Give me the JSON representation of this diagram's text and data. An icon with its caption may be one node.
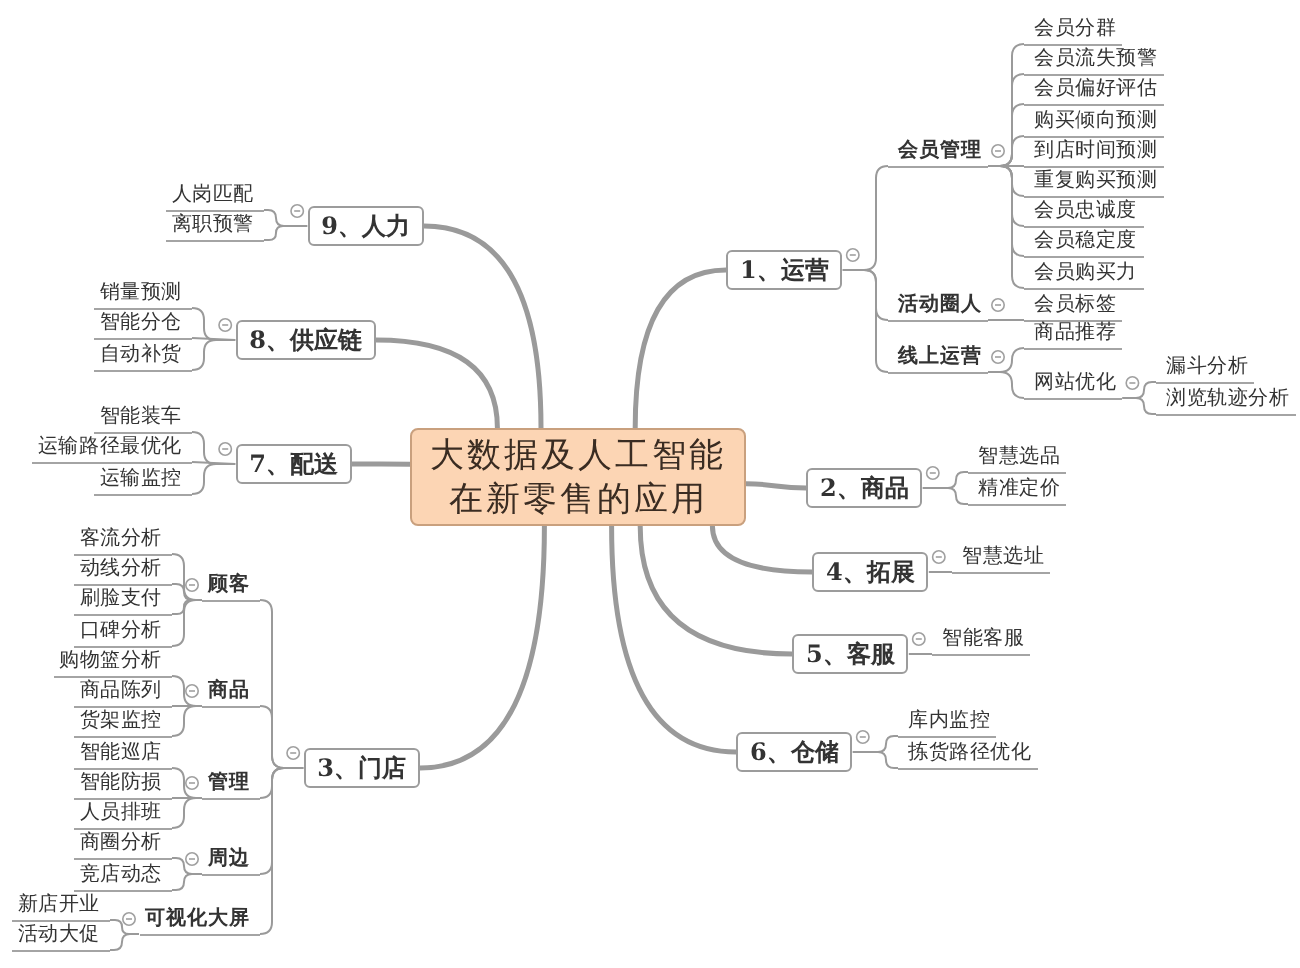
{
  "diagram": {
    "nodes": [
      {
        "text": [
          "大数据及人工智能在新零售的应用"
        ]
      },
      {
        "text": [
          "1、运营"
        ]
      },
      {
        "text": [
          "会员管理"
        ]
      },
      {
        "text": [
          "会员分群"
        ]
      },
      {
        "text": [
          "会员流失预警"
        ]
      },
      {
        "text": [
          "会员偏好评估"
        ]
      },
      {
        "text": [
          "购买倾向预测"
        ]
      },
      {
        "text": [
          "到店时间预测"
        ]
      },
      {
        "text": [
          "重复购买预测"
        ]
      },
      {
        "text": [
          "会员忠诚度"
        ]
      },
      {
        "text": [
          "会员稳定度"
        ]
      },
      {
        "text": [
          "会员购买力"
        ]
      },
      {
        "text": [
          "活动圈人"
        ]
      },
      {
        "text": [
          "会员标签"
        ]
      },
      {
        "text": [
          "线上运营"
        ]
      },
      {
        "text": [
          "商品推荐"
        ]
      },
      {
        "text": [
          "网站优化"
        ]
      },
      {
        "text": [
          "漏斗分析"
        ]
      },
      {
        "text": [
          "浏览轨迹分析"
        ]
      },
      {
        "text": [
          "2、商品"
        ]
      },
      {
        "text": [
          "智慧选品"
        ]
      },
      {
        "text": [
          "精准定价"
        ]
      },
      {
        "text": [
          "3、门店"
        ]
      },
      {
        "text": [
          "顾客"
        ]
      },
      {
        "text": [
          "客流分析"
        ]
      },
      {
        "text": [
          "动线分析"
        ]
      },
      {
        "text": [
          "刷脸支付"
        ]
      },
      {
        "text": [
          "口碑分析"
        ]
      },
      {
        "text": [
          "商品"
        ]
      },
      {
        "text": [
          "购物篮分析"
        ]
      },
      {
        "text": [
          "商品陈列"
        ]
      },
      {
        "text": [
          "货架监控"
        ]
      },
      {
        "text": [
          "管理"
        ]
      },
      {
        "text": [
          "智能巡店"
        ]
      },
      {
        "text": [
          "智能防损"
        ]
      },
      {
        "text": [
          "人员排班"
        ]
      },
      {
        "text": [
          "周边"
        ]
      },
      {
        "text": [
          "商圈分析"
        ]
      },
      {
        "text": [
          "竞店动态"
        ]
      },
      {
        "text": [
          "可视化大屏"
        ]
      },
      {
        "text": [
          "新店开业"
        ]
      },
      {
        "text": [
          "活动大促"
        ]
      },
      {
        "text": [
          "4、拓展"
        ]
      },
      {
        "text": [
          "智慧选址"
        ]
      },
      {
        "text": [
          "5、客服"
        ]
      },
      {
        "text": [
          "智能客服"
        ]
      },
      {
        "text": [
          "6、仓储"
        ]
      },
      {
        "text": [
          "库内监控"
        ]
      },
      {
        "text": [
          "拣货路径优化"
        ]
      },
      {
        "text": [
          "7、配送"
        ]
      },
      {
        "text": [
          "智能装车"
        ]
      },
      {
        "text": [
          "运输路径最优化"
        ]
      },
      {
        "text": [
          "运输监控"
        ]
      },
      {
        "text": [
          "8、供应链"
        ]
      },
      {
        "text": [
          "销量预测"
        ]
      },
      {
        "text": [
          "智能分仓"
        ]
      },
      {
        "text": [
          "自动补货"
        ]
      },
      {
        "text": [
          "9、人力"
        ]
      },
      {
        "text": [
          "人岗匹配"
        ]
      },
      {
        "text": [
          "离职预警"
        ]
      }
    ],
    "edges": [
      {
        "from": 0,
        "to": 1,
        "arrow": "none",
        "style": "thick"
      },
      {
        "from": 1,
        "to": 2,
        "arrow": "none"
      },
      {
        "from": 2,
        "to": 3,
        "arrow": "none"
      },
      {
        "from": 2,
        "to": 4,
        "arrow": "none"
      },
      {
        "from": 2,
        "to": 5,
        "arrow": "none"
      },
      {
        "from": 2,
        "to": 6,
        "arrow": "none"
      },
      {
        "from": 2,
        "to": 7,
        "arrow": "none"
      },
      {
        "from": 2,
        "to": 8,
        "arrow": "none"
      },
      {
        "from": 2,
        "to": 9,
        "arrow": "none"
      },
      {
        "from": 2,
        "to": 10,
        "arrow": "none"
      },
      {
        "from": 2,
        "to": 11,
        "arrow": "none"
      },
      {
        "from": 1,
        "to": 12,
        "arrow": "none"
      },
      {
        "from": 12,
        "to": 13,
        "arrow": "none"
      },
      {
        "from": 1,
        "to": 14,
        "arrow": "none"
      },
      {
        "from": 14,
        "to": 15,
        "arrow": "none"
      },
      {
        "from": 14,
        "to": 16,
        "arrow": "none"
      },
      {
        "from": 16,
        "to": 17,
        "arrow": "none"
      },
      {
        "from": 16,
        "to": 18,
        "arrow": "none"
      },
      {
        "from": 0,
        "to": 19,
        "arrow": "none",
        "style": "thick"
      },
      {
        "from": 19,
        "to": 20,
        "arrow": "none"
      },
      {
        "from": 19,
        "to": 21,
        "arrow": "none"
      },
      {
        "from": 0,
        "to": 22,
        "arrow": "none",
        "style": "thick"
      },
      {
        "from": 22,
        "to": 23,
        "arrow": "none"
      },
      {
        "from": 23,
        "to": 24,
        "arrow": "none"
      },
      {
        "from": 23,
        "to": 25,
        "arrow": "none"
      },
      {
        "from": 23,
        "to": 26,
        "arrow": "none"
      },
      {
        "from": 23,
        "to": 27,
        "arrow": "none"
      },
      {
        "from": 22,
        "to": 28,
        "arrow": "none"
      },
      {
        "from": 28,
        "to": 29,
        "arrow": "none"
      },
      {
        "from": 28,
        "to": 30,
        "arrow": "none"
      },
      {
        "from": 28,
        "to": 31,
        "arrow": "none"
      },
      {
        "from": 22,
        "to": 32,
        "arrow": "none"
      },
      {
        "from": 32,
        "to": 33,
        "arrow": "none"
      },
      {
        "from": 32,
        "to": 34,
        "arrow": "none"
      },
      {
        "from": 32,
        "to": 35,
        "arrow": "none"
      },
      {
        "from": 22,
        "to": 36,
        "arrow": "none"
      },
      {
        "from": 36,
        "to": 37,
        "arrow": "none"
      },
      {
        "from": 36,
        "to": 38,
        "arrow": "none"
      },
      {
        "from": 22,
        "to": 39,
        "arrow": "none"
      },
      {
        "from": 39,
        "to": 40,
        "arrow": "none"
      },
      {
        "from": 39,
        "to": 41,
        "arrow": "none"
      },
      {
        "from": 0,
        "to": 42,
        "arrow": "none",
        "style": "thick"
      },
      {
        "from": 42,
        "to": 43,
        "arrow": "none"
      },
      {
        "from": 0,
        "to": 44,
        "arrow": "none",
        "style": "thick"
      },
      {
        "from": 44,
        "to": 45,
        "arrow": "none"
      },
      {
        "from": 0,
        "to": 46,
        "arrow": "none",
        "style": "thick"
      },
      {
        "from": 46,
        "to": 47,
        "arrow": "none"
      },
      {
        "from": 46,
        "to": 48,
        "arrow": "none"
      },
      {
        "from": 0,
        "to": 49,
        "arrow": "none",
        "style": "thick"
      },
      {
        "from": 49,
        "to": 50,
        "arrow": "none"
      },
      {
        "from": 49,
        "to": 51,
        "arrow": "none"
      },
      {
        "from": 49,
        "to": 52,
        "arrow": "none"
      },
      {
        "from": 0,
        "to": 53,
        "arrow": "none",
        "style": "thick"
      },
      {
        "from": 53,
        "to": 54,
        "arrow": "none"
      },
      {
        "from": 53,
        "to": 55,
        "arrow": "none"
      },
      {
        "from": 53,
        "to": 56,
        "arrow": "none"
      },
      {
        "from": 0,
        "to": 57,
        "arrow": "none",
        "style": "thick"
      },
      {
        "from": 57,
        "to": 58,
        "arrow": "none"
      },
      {
        "from": 57,
        "to": 59,
        "arrow": "none"
      }
    ]
  }
}
